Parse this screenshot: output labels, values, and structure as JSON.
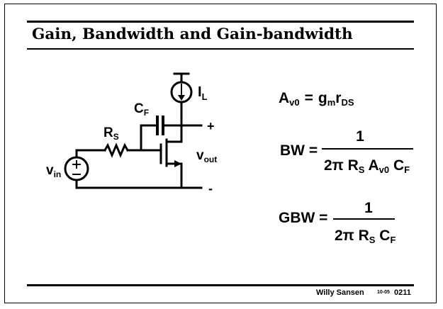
{
  "slide": {
    "title": "Gain, Bandwidth and Gain-bandwidth",
    "footer": {
      "author": "Willy Sansen",
      "date": "10-05",
      "page": "0211"
    }
  },
  "circuit": {
    "source_main": "v",
    "source_sub": "in",
    "rs_main": "R",
    "rs_sub": "S",
    "cf_main": "C",
    "cf_sub": "F",
    "il_main": "I",
    "il_sub": "L",
    "vout_main": "v",
    "vout_sub": "out",
    "plus": "+",
    "minus": "-"
  },
  "equations": {
    "av0": {
      "a": "A",
      "a_sub": "v0",
      "eq": "=",
      "g": "g",
      "g_sub": "m",
      "r": "r",
      "r_sub": "DS"
    },
    "bw": {
      "label": "BW =",
      "num": "1",
      "den_a": "2π R",
      "den_a_sub": "S",
      "den_b": " A",
      "den_b_sub": "v0",
      "den_c": " C",
      "den_c_sub": "F"
    },
    "gbw": {
      "label": "GBW =",
      "num": "1",
      "den_a": "2π R",
      "den_a_sub": "S",
      "den_c": " C",
      "den_c_sub": "F"
    }
  }
}
